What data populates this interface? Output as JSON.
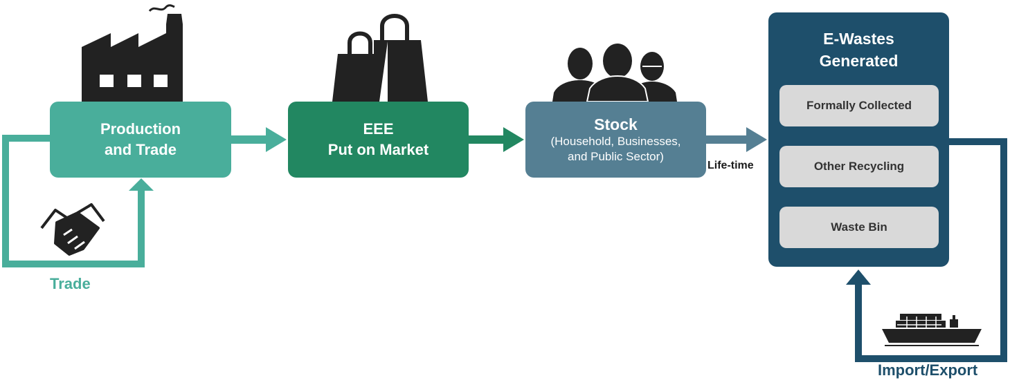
{
  "nodes": {
    "production": {
      "line1": "Production",
      "line2": "and Trade"
    },
    "eee": {
      "line1": "EEE",
      "line2": "Put on Market"
    },
    "stock": {
      "title": "Stock",
      "sub1": "(Household, Businesses,",
      "sub2": "and Public Sector)"
    },
    "ewaste": {
      "line1": "E-Wastes",
      "line2": "Generated",
      "items": [
        {
          "label": "Formally Collected"
        },
        {
          "label": "Other Recycling"
        },
        {
          "label": "Waste Bin"
        }
      ]
    }
  },
  "labels": {
    "trade": "Trade",
    "lifetime": "Life-time",
    "import_export": "Import/Export"
  },
  "icons": [
    "factory-icon",
    "shopping-bags-icon",
    "people-icon",
    "handshake-icon",
    "cargo-ship-icon"
  ],
  "colors": {
    "production": "#49ae9b",
    "eee": "#228761",
    "stock": "#557f93",
    "ewaste": "#1e4f6b",
    "sub_box": "#d9d9d9",
    "icon": "#222222"
  }
}
